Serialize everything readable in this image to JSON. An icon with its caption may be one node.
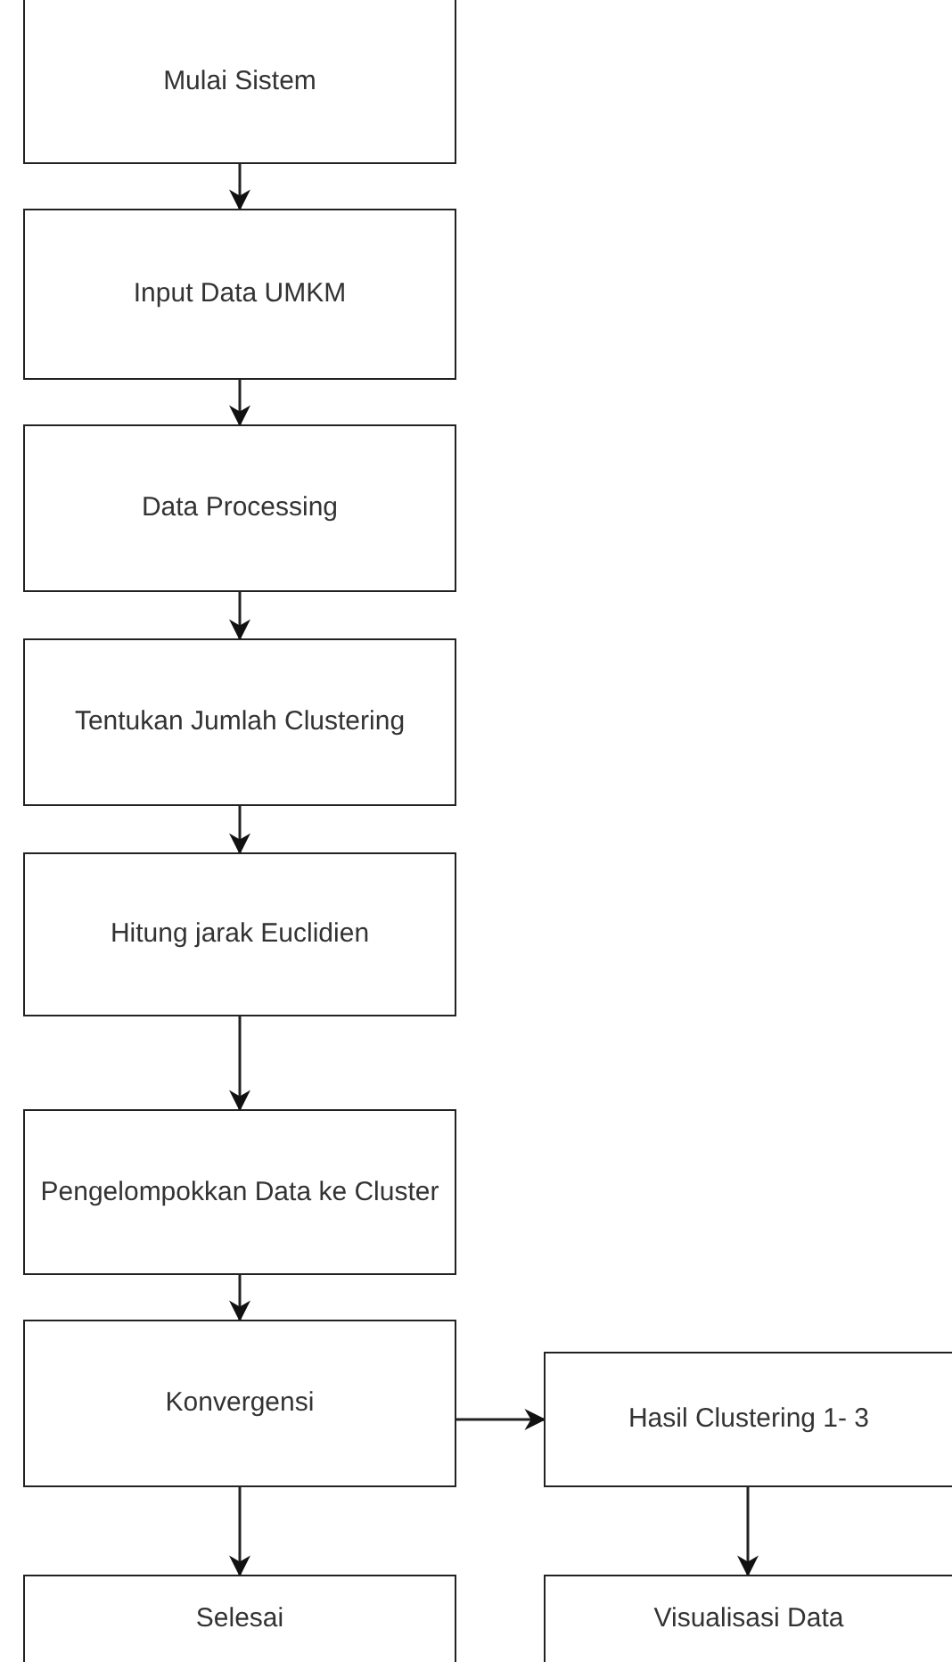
{
  "diagram": {
    "nodes": [
      {
        "text": [
          "Mulai Sistem"
        ]
      },
      {
        "text": [
          "Input Data UMKM"
        ]
      },
      {
        "text": [
          "Data Processing"
        ]
      },
      {
        "text": [
          "Tentukan Jumlah Clustering"
        ]
      },
      {
        "text": [
          "Hitung jarak Euclidien"
        ]
      },
      {
        "text": [
          "Pengelompokkan Data ke Cluster"
        ]
      },
      {
        "text": [
          "Konvergensi"
        ]
      },
      {
        "text": [
          "Selesai"
        ]
      },
      {
        "text": [
          "Hasil Clustering 1- 3"
        ]
      },
      {
        "text": [
          "Visualisasi Data"
        ]
      }
    ],
    "edges": [
      {
        "from": 0,
        "to": 1,
        "arrow": "to"
      },
      {
        "from": 1,
        "to": 2,
        "arrow": "to"
      },
      {
        "from": 2,
        "to": 3,
        "arrow": "to"
      },
      {
        "from": 3,
        "to": 4,
        "arrow": "to"
      },
      {
        "from": 4,
        "to": 5,
        "arrow": "to"
      },
      {
        "from": 5,
        "to": 6,
        "arrow": "to"
      },
      {
        "from": 6,
        "to": 7,
        "arrow": "to"
      },
      {
        "from": 6,
        "to": 8,
        "arrow": "to"
      },
      {
        "from": 8,
        "to": 9,
        "arrow": "to"
      }
    ]
  }
}
